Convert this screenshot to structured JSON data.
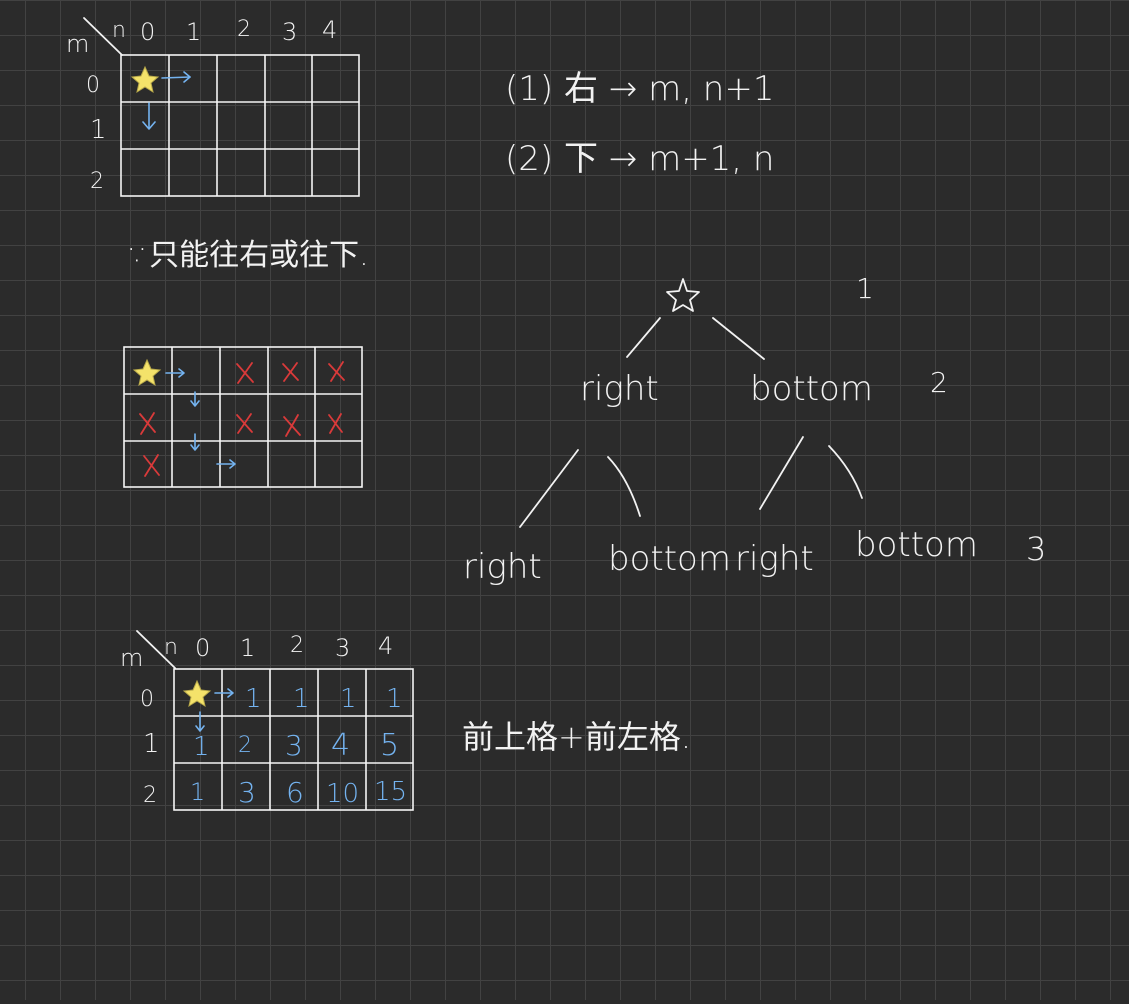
{
  "grid1": {
    "corner_top": "n",
    "corner_left": "m",
    "col_headers": [
      "0",
      "1",
      "2",
      "3",
      "4"
    ],
    "row_headers": [
      "0",
      "1",
      "2"
    ],
    "star_color": "#f4e26a",
    "arrow_color": "#74b3f0"
  },
  "rules": {
    "line1": "(1) 右 → m, n+1",
    "line2": "(2) 下 → m+1, n"
  },
  "note": "∵只能往右或往下.",
  "grid2": {
    "cells": [
      [
        "star",
        "",
        "x",
        "x",
        "x"
      ],
      [
        "x",
        "",
        "x",
        "x",
        "x"
      ],
      [
        "x",
        "",
        "",
        "",
        ""
      ]
    ],
    "cross_color": "#d93a3a"
  },
  "tree": {
    "root": "☆",
    "level1": [
      "right",
      "bottom"
    ],
    "level2": [
      "right",
      "bottom",
      "right",
      "bottom"
    ],
    "level_numbers": [
      "1",
      "2",
      "3"
    ]
  },
  "grid3": {
    "corner_top": "n",
    "corner_left": "m",
    "col_headers": [
      "0",
      "1",
      "2",
      "3",
      "4"
    ],
    "row_headers": [
      "0",
      "1",
      "2"
    ],
    "values": [
      [
        "",
        "1",
        "1",
        "1",
        "1"
      ],
      [
        "1",
        "2",
        "3",
        "4",
        "5"
      ],
      [
        "1",
        "3",
        "6",
        "10",
        "15"
      ]
    ]
  },
  "formula": "前上格+前左格."
}
